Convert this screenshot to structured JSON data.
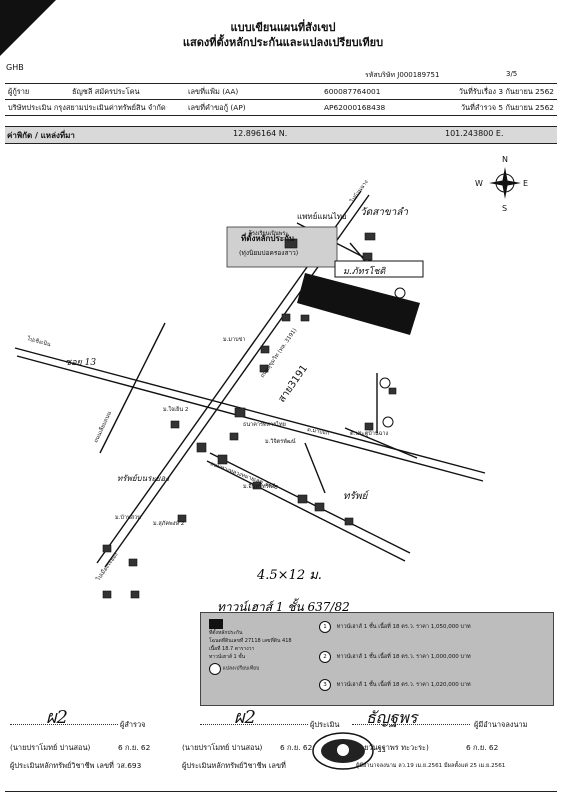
{
  "header": {
    "title_line1": "แบบเขียนแผนที่สังเขป",
    "title_line2": "แสดงที่ตั้งหลักประกันและแปลงเปรียบเทียบ",
    "brand": "GHB",
    "company_code": "รหัสบริษัท J000189751",
    "page": "3/5"
  },
  "info": {
    "rows": [
      [
        "ผู้กู้ราย",
        "ธัญชลี   สมัครประโคน",
        "เลขที่แฟ้ม (AA)",
        "600087764001",
        "วันที่รับเรื่อง   3 กันยายน 2562"
      ],
      [
        "บริษัทประเมิน กรุงสยามประเมินค่าทรัพย์สิน จำกัด",
        "",
        "เลขที่คำขอกู้ (AP)",
        "AP62000168438",
        "วันที่สำรวจ   5 กันยายน 2562"
      ]
    ]
  },
  "location": {
    "label": "ค่าพิกัด / แหล่งที่มา",
    "lat": "12.896164 N.",
    "lon": "101.243800 E."
  },
  "map": {
    "compass": {
      "n": "N",
      "s": "S",
      "e": "E",
      "w": "W"
    },
    "labels": [
      "ไปเชิงเนิน",
      "ซอย 13",
      "ถนนเลียบถนน",
      "ถนนสุขุมวิท (ทล. 3191)",
      "สาย3191",
      "ถนนทางหลวงหมายเลข 3376",
      "ไปบ้านฉาง",
      "ไปเมืองระยอง",
      "โรงเรียนเนินพระ",
      "วัดสาขาลำ",
      "แพทย์แผนไทย",
      "ที่ตั้งหลักประกัน",
      "(ทุ่งนิยมบ่อครองสาว)",
      "ม.ภัทรโชติ",
      "ทรัพย์",
      "ต.มาบแก",
      "ต.ประตูบ้านฉาง",
      "ม.ใจเย็น 2",
      "ธนาคารทหารไทย",
      "ม.มาบข่า",
      "ม.วิจิตรพัฒน์",
      "ม.บ้านสวน",
      "ทรัพย์บนระยอง",
      "ม.อินทร์ทรัพย์",
      "ม.สุภัคพงษ์ 2"
    ],
    "hand_size": "4.5×12 ม.",
    "hand_type": "ทาวน์เฮาส์ 1 ชั้น 637/82"
  },
  "legend": {
    "items": [
      {
        "num": "1",
        "text": "ทาวน์เฮาส์ 1 ชั้น เนื้อที่ 18 ตร.ว. ราคา 1,050,000 บาท"
      },
      {
        "num": "2",
        "text": "ทาวน์เฮาส์ 1 ชั้น เนื้อที่ 18 ตร.ว. ราคา 1,000,000 บาท"
      },
      {
        "num": "3",
        "text": "ทาวน์เฮาส์ 1 ชั้น เนื้อที่ 18 ตร.ว. ราคา 1,020,000 บาท"
      }
    ],
    "main_lines": [
      "ที่ตั้งหลักประกัน",
      "โฉนดที่ดินเลขที่ 27118 เลขที่ดิน 418",
      "เนื้อที่ 18.7 ตารางวา",
      "ทาวน์เฮาส์ 1 ชั้น",
      "แปลงเปรียบเทียบ"
    ]
  },
  "signatures": {
    "hand_sig": "ผ2",
    "surveyor_label": "ผู้สำรวจ",
    "surveyor_name": "(นายปราโมทย์  ปานสอน)",
    "surveyor_date": "6 ก.ย. 62",
    "surveyor_license": "ผู้ประเมินหลักทรัพย์วิชาชีพ  เลขที่  วส.693",
    "appraiser_label": "ผู้ประเมิน",
    "appraiser_name": "(นายปราโมทย์  ปานสอน)",
    "appraiser_date": "6 ก.ย. 62",
    "appraiser_license": "ผู้ประเมินหลักทรัพย์วิชาชีพ  เลขที่",
    "authorized_label": "ผู้มีอำนาจลงนาม",
    "authorized_name": "(นายวันฐฐาพร  ทะวะระ)",
    "authorized_date": "6 ก.ย. 62",
    "footer_note": "ผู้มีอำนาจลงนาม ลว.19 เม.ย.2561 มีผลตั้งแต่ 25 เม.ย.2561",
    "hand_sign_right": "ธัญฐพร"
  }
}
